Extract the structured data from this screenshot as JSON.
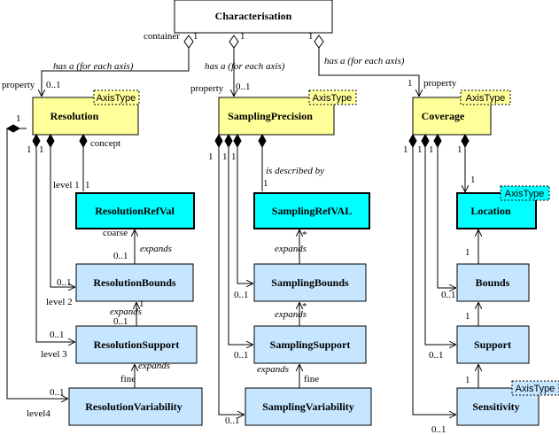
{
  "colors": {
    "yellow": "#ffff99",
    "cyan": "#00ffff",
    "lightblue": "#c6e6ff",
    "stroke": "#000000"
  },
  "classes": {
    "characterisation": "Characterisation",
    "resolution": "Resolution",
    "sampling_precision": "SamplingPrecision",
    "coverage": "Coverage",
    "resolution_ref_val": "ResolutionRefVal",
    "sampling_ref_val": "SamplingRefVAL",
    "location": "Location",
    "resolution_bounds": "ResolutionBounds",
    "sampling_bounds": "SamplingBounds",
    "bounds": "Bounds",
    "resolution_support": "ResolutionSupport",
    "sampling_support": "SamplingSupport",
    "support": "Support",
    "resolution_variability": "ResolutionVariability",
    "sampling_variability": "SamplingVariability",
    "sensitivity": "Sensitivity"
  },
  "stereotypes": {
    "axis_type": "AxisType"
  },
  "labels": {
    "container": "container",
    "one": "1",
    "zero_one": "0..1",
    "many": "*",
    "has_a_each_axis": "has a (for each axis)",
    "property": "property",
    "concept": "concept",
    "level1": "level 1",
    "level2": "level 2",
    "level3": "level 3",
    "level4": "level4",
    "coarse": "coarse",
    "fine": "fine",
    "expands": "expands",
    "is_described_by": "is described by"
  }
}
